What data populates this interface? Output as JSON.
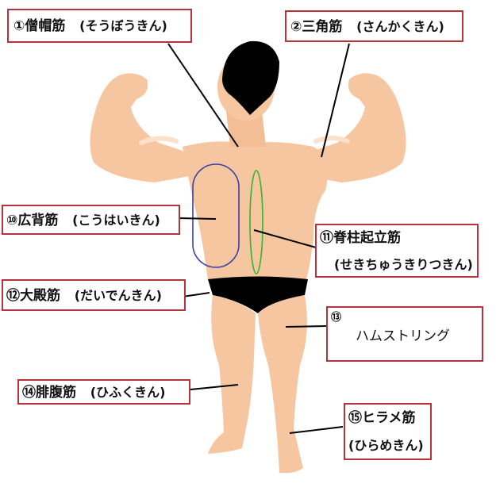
{
  "diagram": {
    "title": "",
    "subject": "back muscles illustration",
    "colors": {
      "label_border": "#b8323c",
      "skin": "#f6c6a0",
      "skin_shadow": "#eba883",
      "hair": "#000000",
      "shorts": "#000000",
      "latissimus_outline": "#3b3fa8",
      "erector_outline": "#2fb52f"
    },
    "labels": [
      {
        "id": "1",
        "number": "①",
        "name": "僧帽筋",
        "reading": "(そうぼうきん)"
      },
      {
        "id": "2",
        "number": "②",
        "name": "三角筋",
        "reading": "(さんかくきん)"
      },
      {
        "id": "10",
        "number": "⑩",
        "name": "広背筋",
        "reading": "(こうはいきん)"
      },
      {
        "id": "11",
        "number": "⑪",
        "name": "脊柱起立筋",
        "reading": "(せきちゅうきりつきん)"
      },
      {
        "id": "12",
        "number": "⑫",
        "name": "大殿筋",
        "reading": "(だいでんきん)"
      },
      {
        "id": "13",
        "number": "⑬",
        "name": "ハムストリング",
        "reading": ""
      },
      {
        "id": "14",
        "number": "⑭",
        "name": "腓腹筋",
        "reading": "(ひふくきん)"
      },
      {
        "id": "15",
        "number": "⑮",
        "name": "ヒラメ筋",
        "reading": "(ひらめきん)"
      }
    ]
  }
}
